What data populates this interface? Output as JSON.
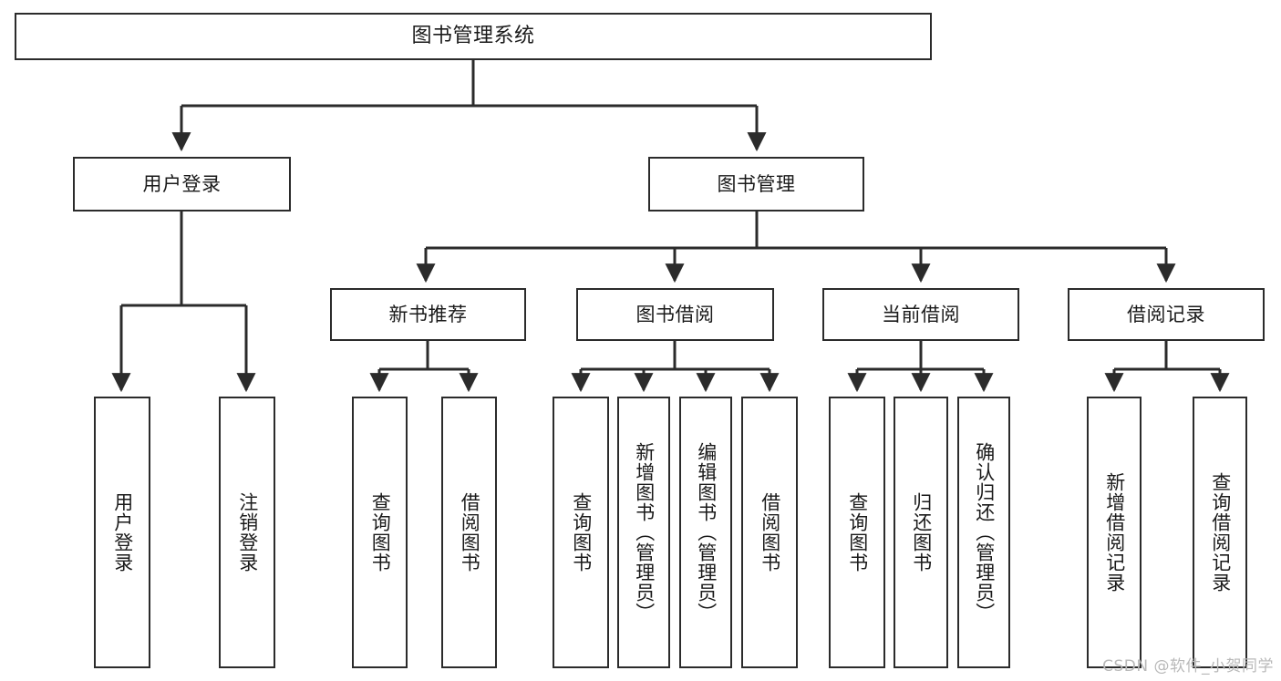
{
  "diagram": {
    "title": "图书管理系统",
    "type": "tree-hierarchy",
    "watermark": "CSDN @软件_小贺同学",
    "colors": {
      "background": "#ffffff",
      "box_border": "#2b2b2b",
      "box_fill": "#ffffff",
      "edge": "#2b2b2b",
      "text": "#1a1a1a",
      "watermark": "#b9b9b9"
    },
    "nodes": {
      "root": {
        "label": "图书管理系统",
        "level": 0,
        "orientation": "horizontal"
      },
      "l1": [
        {
          "id": "user-login",
          "label": "用户登录",
          "level": 1,
          "orientation": "horizontal"
        },
        {
          "id": "book-manage",
          "label": "图书管理",
          "level": 1,
          "orientation": "horizontal"
        }
      ],
      "l2": [
        {
          "id": "new-book-recommend",
          "label": "新书推荐",
          "level": 2,
          "orientation": "horizontal",
          "parent": "book-manage"
        },
        {
          "id": "book-borrow",
          "label": "图书借阅",
          "level": 2,
          "orientation": "horizontal",
          "parent": "book-manage"
        },
        {
          "id": "current-borrow",
          "label": "当前借阅",
          "level": 2,
          "orientation": "horizontal",
          "parent": "book-manage"
        },
        {
          "id": "borrow-record",
          "label": "借阅记录",
          "level": 2,
          "orientation": "horizontal",
          "parent": "book-manage"
        }
      ],
      "leaves": [
        {
          "id": "leaf-user-login",
          "label": "用户登录",
          "parent": "user-login",
          "orientation": "vertical"
        },
        {
          "id": "leaf-user-logout",
          "label": "注销登录",
          "parent": "user-login",
          "orientation": "vertical"
        },
        {
          "id": "leaf-query-book-1",
          "label": "查询图书",
          "parent": "new-book-recommend",
          "orientation": "vertical"
        },
        {
          "id": "leaf-borrow-book-1",
          "label": "借阅图书",
          "parent": "new-book-recommend",
          "orientation": "vertical"
        },
        {
          "id": "leaf-query-book-2",
          "label": "查询图书",
          "parent": "book-borrow",
          "orientation": "vertical"
        },
        {
          "id": "leaf-add-book",
          "label": "新增图书（管理员）",
          "parent": "book-borrow",
          "orientation": "vertical"
        },
        {
          "id": "leaf-edit-book",
          "label": "编辑图书（管理员）",
          "parent": "book-borrow",
          "orientation": "vertical"
        },
        {
          "id": "leaf-borrow-book-2",
          "label": "借阅图书",
          "parent": "book-borrow",
          "orientation": "vertical"
        },
        {
          "id": "leaf-query-book-3",
          "label": "查询图书",
          "parent": "current-borrow",
          "orientation": "vertical"
        },
        {
          "id": "leaf-return-book",
          "label": "归还图书",
          "parent": "current-borrow",
          "orientation": "vertical"
        },
        {
          "id": "leaf-confirm-return",
          "label": "确认归还（管理员）",
          "parent": "current-borrow",
          "orientation": "vertical"
        },
        {
          "id": "leaf-add-record",
          "label": "新增借阅记录",
          "parent": "borrow-record",
          "orientation": "vertical"
        },
        {
          "id": "leaf-query-record",
          "label": "查询借阅记录",
          "parent": "borrow-record",
          "orientation": "vertical"
        }
      ]
    }
  }
}
